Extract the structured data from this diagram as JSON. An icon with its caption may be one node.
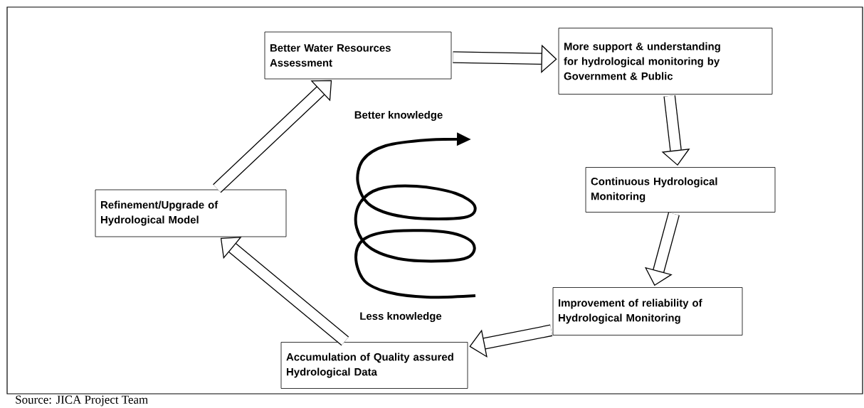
{
  "diagram": {
    "caption": "Source: JICA Project Team",
    "nodes": [
      {
        "text": [
          "Better Water Resources Assessment"
        ]
      },
      {
        "text": [
          "More support & understanding for hydrological monitoring by Government & Public"
        ]
      },
      {
        "text": [
          "Continuous Hydrological Monitoring"
        ]
      },
      {
        "text": [
          "Improvement of reliability of  Hydrological Monitoring"
        ]
      },
      {
        "text": [
          "Accumulation of Quality assured Hydrological Data"
        ]
      },
      {
        "text": [
          "Refinement/Upgrade of Hydrological Model"
        ]
      }
    ],
    "edges": [
      {
        "from": 0,
        "to": 1,
        "arrow": "to"
      },
      {
        "from": 1,
        "to": 2,
        "arrow": "to"
      },
      {
        "from": 2,
        "to": 3,
        "arrow": "to"
      },
      {
        "from": 3,
        "to": 4,
        "arrow": "to"
      },
      {
        "from": 4,
        "to": 5,
        "arrow": "to"
      },
      {
        "from": 5,
        "to": 0,
        "arrow": "to"
      }
    ],
    "labels": [
      "Better knowledge",
      "Less knowledge"
    ]
  }
}
